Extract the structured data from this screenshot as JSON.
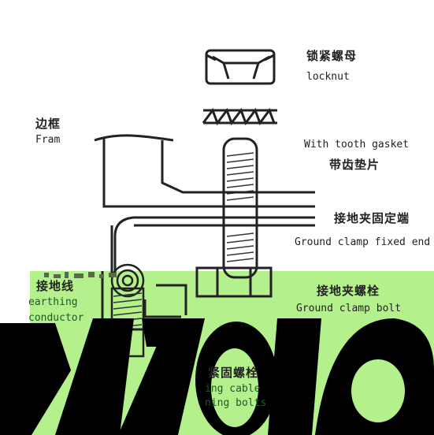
{
  "labels": {
    "locknut_cn": "锁紧螺母",
    "locknut_en": "locknut",
    "frame_cn": "边框",
    "frame_en": "Fram",
    "gasket_en": "With tooth gasket",
    "gasket_cn": "带齿垫片",
    "clamp_end_cn": "接地夹固定端",
    "clamp_end_en": "Ground clamp fixed end",
    "earthing_cn": "接地线",
    "earthing_en_1": "earthing",
    "earthing_en_2": "conductor",
    "clamp_bolt_cn": "接地夹螺栓",
    "clamp_bolt_en": "Ground clamp bolt",
    "cable_bolt_cn": "紧固螺栓",
    "cable_bolt_en_1": "ing cable",
    "cable_bolt_en_2": "ning bolts"
  },
  "colors": {
    "overlay_green": "#b4f08c",
    "ink": "#222222",
    "black_block": "#000000"
  }
}
